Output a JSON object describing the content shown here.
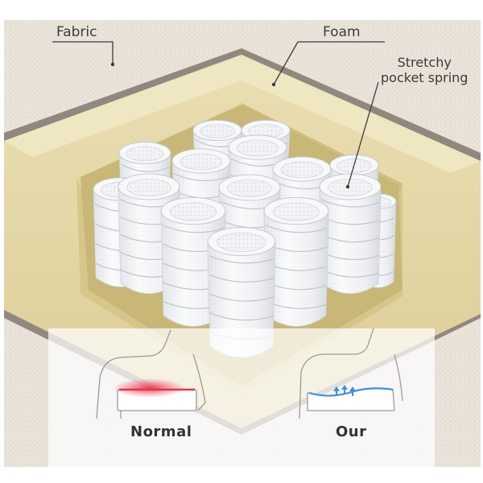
{
  "labels": {
    "fabric": "Fabric",
    "foam": "Foam",
    "spring_line1": "Stretchy",
    "spring_line2": "pocket spring"
  },
  "comparison": {
    "normal_label": "Normal",
    "our_label": "Our"
  },
  "colors": {
    "fabric": "#e6ddd1",
    "foam": "#e8dcae",
    "foam_cut": "#d9c98e",
    "spring": "#f1f3f5",
    "pressure_hot": "#e8324a",
    "support_blue": "#3d8fe0"
  },
  "icons": {
    "normal": "body-pressure-icon",
    "our": "body-support-icon"
  }
}
